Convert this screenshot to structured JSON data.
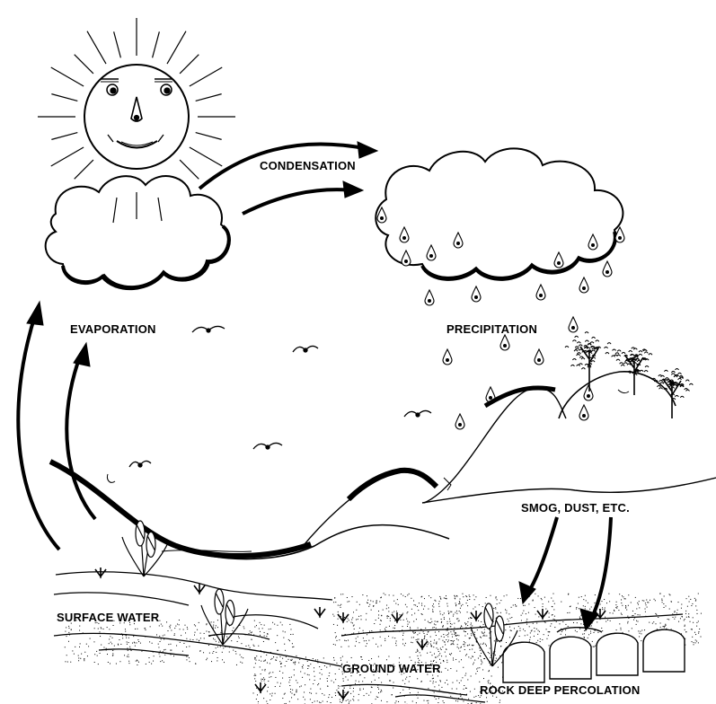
{
  "labels": {
    "condensation": "CONDENSATION",
    "evaporation": "EVAPORATION",
    "precipitation": "PRECIPITATION",
    "smog": "SMOG, DUST, ETC.",
    "surface_water": "SURFACE WATER",
    "ground_water": "GROUND WATER",
    "rock_deep_percolation": "ROCK DEEP PERCOLATION"
  },
  "colors": {
    "ink": "#000000",
    "paper": "#ffffff"
  },
  "icons": [
    "sun-icon",
    "cloud-icon",
    "raindrop-icon",
    "bird-icon",
    "tree-icon",
    "cattail-icon",
    "grass-tuft-icon",
    "arrow-icon"
  ]
}
